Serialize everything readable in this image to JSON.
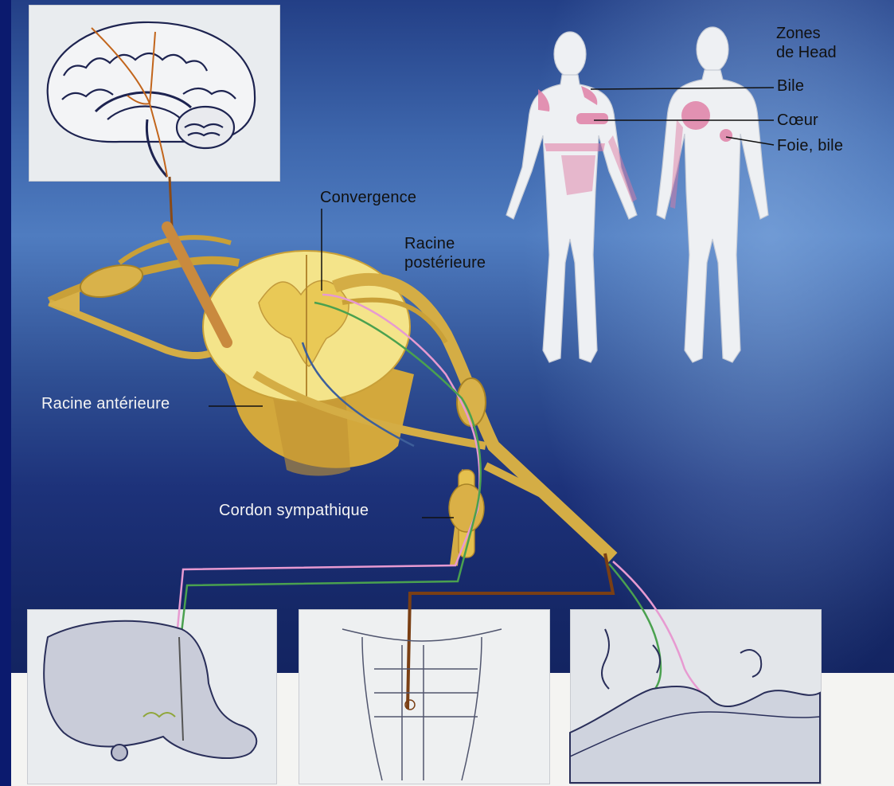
{
  "labels": {
    "zones_line1": "Zones",
    "zones_line2": "de Head",
    "bile": "Bile",
    "coeur": "Cœur",
    "foie_bile": "Foie, bile",
    "convergence": "Convergence",
    "racine_posterieure_line1": "Racine",
    "racine_posterieure_line2": "postérieure",
    "racine_anterieure": "Racine antérieure",
    "cordon_sympathique": "Cordon sympathique"
  },
  "colors": {
    "nerve": "#d9b24a",
    "spinal_cord": "#f2dc7a",
    "pink_fiber": "#e79ad1",
    "green_fiber": "#4aa14f",
    "brown_fiber": "#7a3f14",
    "head_zone": "#e07aa3"
  }
}
